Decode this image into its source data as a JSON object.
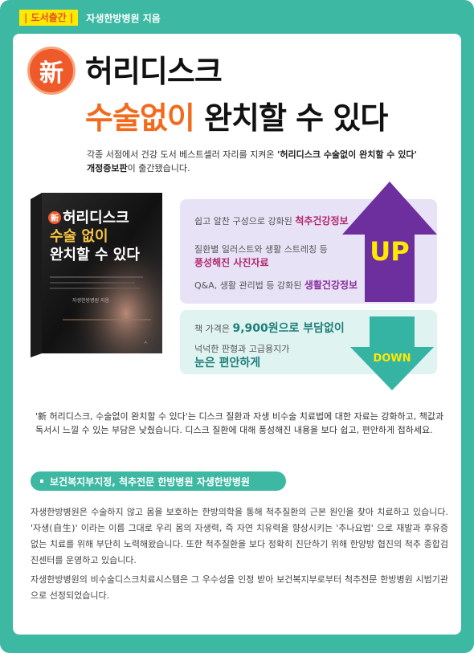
{
  "header": {
    "tag": "| 도서출간 |",
    "subtitle": "자생한방병원 지음"
  },
  "headline": {
    "badge": "新",
    "line1": "허리디스크",
    "line2_highlight": "수술없이",
    "line2_rest": " 완치할 수 있다"
  },
  "intro": {
    "part1": "각종 서점에서 건강 도서 베스트셀러 자리를 지켜온 ",
    "book_title": "'허리디스크 수술없이 완치할 수 있다'",
    "part2": " 개정증보판",
    "part3": "이 출간됐습니다."
  },
  "book": {
    "badge": "新",
    "title1": "허리디스크",
    "title2": "수술 없이",
    "title3": "완치할 수 있다",
    "author": "자생한방병원 지음"
  },
  "up_box": {
    "label": "UP",
    "items": [
      {
        "prefix": "쉽고 알찬 구성으로 강화된 ",
        "emphasis": "척추건강정보"
      },
      {
        "prefix": "질환별 일러스트와 생활 스트레칭 등",
        "emphasis": "풍성해진 사진자료"
      },
      {
        "prefix": "Q&A, 생활 관리법 등 강화된 ",
        "emphasis": "생활건강정보"
      }
    ]
  },
  "down_box": {
    "label": "DOWN",
    "items": [
      {
        "prefix": "책 가격은 ",
        "emphasis": "9,900원으로 부담없이"
      },
      {
        "prefix": "넉넉한 판형과 고급용지가",
        "emphasis": "눈은 편안하게"
      }
    ]
  },
  "description": "'新 허리디스크, 수술없이 완치할 수 있다'는 디스크 질환과 자생 비수술 치료법에 대한 자료는 강화하고, 책값과 독서시 느낄 수 있는 부담은 낮췄습니다. 디스크 질환에 대해 풍성해진 내용을 보다 쉽고, 편안하게 접하세요.",
  "section": {
    "title": "보건복지부지정, 척추전문 한방병원  자생한방병원",
    "para1": "자생한방병원은 수술하지 않고 몸을 보호하는 한방의학을 통해 척추질환의 근본 원인을 찾아 치료하고 있습니다. '자생(自生)' 이라는 이름 그대로 우리 몸의 자생력, 즉 자연 치유력을 향상시키는 '추나요법' 으로 재발과 후유증없는 치료를 위해 부단히 노력해왔습니다. 또한 척추질환을 보다 정확히 진단하기 위해 한양방 협진의 척추 종합검진센터를 운영하고 있습니다.",
    "para2": "자생한방병원의 비수술디스크치료시스템은 그 우수성을 인정 받아 보건복지부로부터 척추전문 한방병원 시범기관으로 선정되었습니다."
  },
  "colors": {
    "frame": "#3cb8a3",
    "accent_orange": "#f26b1d",
    "badge": "#ef5a2a",
    "up_purple": "#6e2f9e",
    "down_teal": "#35b4a3"
  }
}
